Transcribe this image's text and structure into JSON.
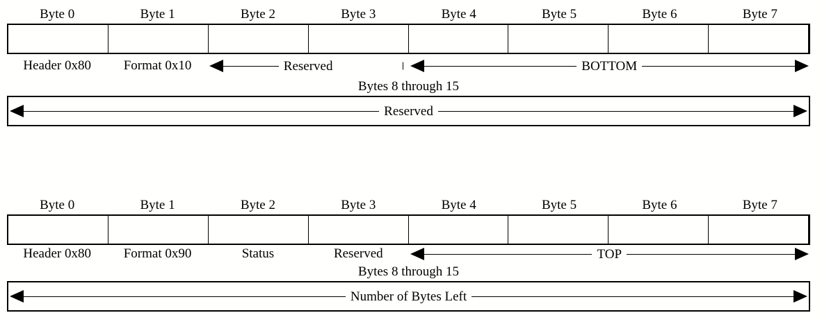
{
  "diagrams": [
    {
      "name": "command-packet",
      "byte_headers": [
        "Byte 0",
        "Byte 1",
        "Byte 2",
        "Byte 3",
        "Byte 4",
        "Byte 5",
        "Byte 6",
        "Byte 7"
      ],
      "fields": [
        {
          "label": "Header 0x80",
          "start": 0,
          "span": 1,
          "style": "text"
        },
        {
          "label": "Format 0x10",
          "start": 1,
          "span": 1,
          "style": "text"
        },
        {
          "label": "Reserved",
          "start": 2,
          "span": 2,
          "style": "arrow-left"
        },
        {
          "label": "BOTTOM",
          "start": 4,
          "span": 4,
          "style": "arrow-both"
        }
      ],
      "continuation": {
        "caption": "Bytes 8 through 15",
        "label": "Reserved",
        "style": "arrow-both"
      }
    },
    {
      "name": "response-packet",
      "byte_headers": [
        "Byte 0",
        "Byte 1",
        "Byte 2",
        "Byte 3",
        "Byte 4",
        "Byte 5",
        "Byte 6",
        "Byte 7"
      ],
      "fields": [
        {
          "label": "Header 0x80",
          "start": 0,
          "span": 1,
          "style": "text"
        },
        {
          "label": "Format 0x90",
          "start": 1,
          "span": 1,
          "style": "text"
        },
        {
          "label": "Status",
          "start": 2,
          "span": 1,
          "style": "text"
        },
        {
          "label": "Reserved",
          "start": 3,
          "span": 1,
          "style": "text"
        },
        {
          "label": "TOP",
          "start": 4,
          "span": 4,
          "style": "arrow-both"
        }
      ],
      "continuation": {
        "caption": "Bytes 8 through 15",
        "label": "Number of Bytes Left",
        "style": "arrow-both"
      }
    }
  ],
  "layout": {
    "diagram_tops": [
      8,
      283
    ],
    "continuation_offsets": [
      104,
      96
    ]
  },
  "colors": {
    "background": "#fffffd",
    "ink": "#000000"
  }
}
